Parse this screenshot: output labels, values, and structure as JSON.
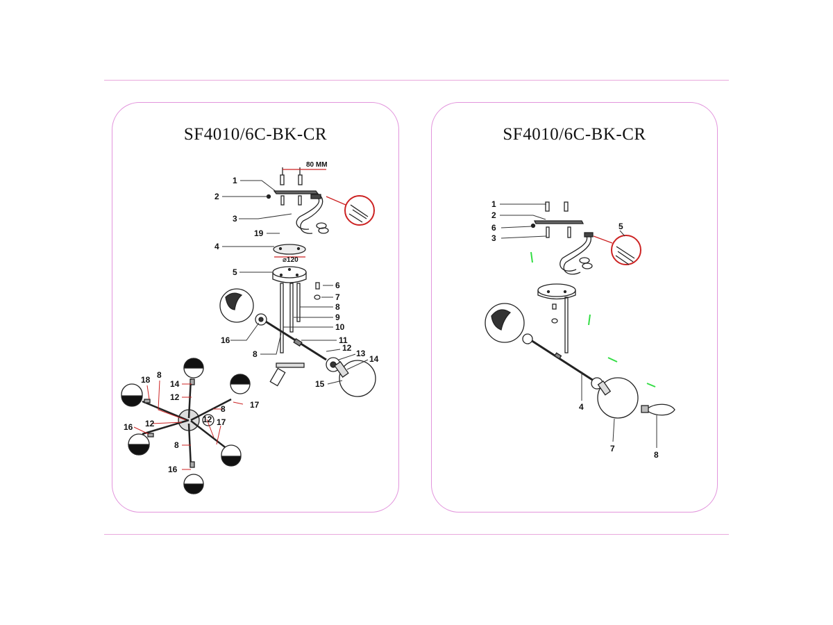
{
  "colors": {
    "panel_border": "#e294dc",
    "divider": "#e9a8dc",
    "leader_line": "#cc2222",
    "highlight_green": "#33dd44"
  },
  "left_panel": {
    "title": "SF4010/6C-BK-CR",
    "dimensions": {
      "mount_spacing": "80 MM",
      "canopy_diameter": "⌀120"
    },
    "callouts": [
      "1",
      "2",
      "3",
      "19",
      "4",
      "5",
      "6",
      "7",
      "8",
      "9",
      "10",
      "11",
      "12",
      "13",
      "14",
      "15",
      "16",
      "8"
    ],
    "top_view_callouts": [
      "18",
      "8",
      "14",
      "12",
      "8",
      "16",
      "12",
      "12",
      "17",
      "17",
      "8",
      "16"
    ]
  },
  "right_panel": {
    "title": "SF4010/6C-BK-CR",
    "callouts": [
      "1",
      "2",
      "6",
      "3",
      "5",
      "4",
      "7",
      "8"
    ]
  }
}
